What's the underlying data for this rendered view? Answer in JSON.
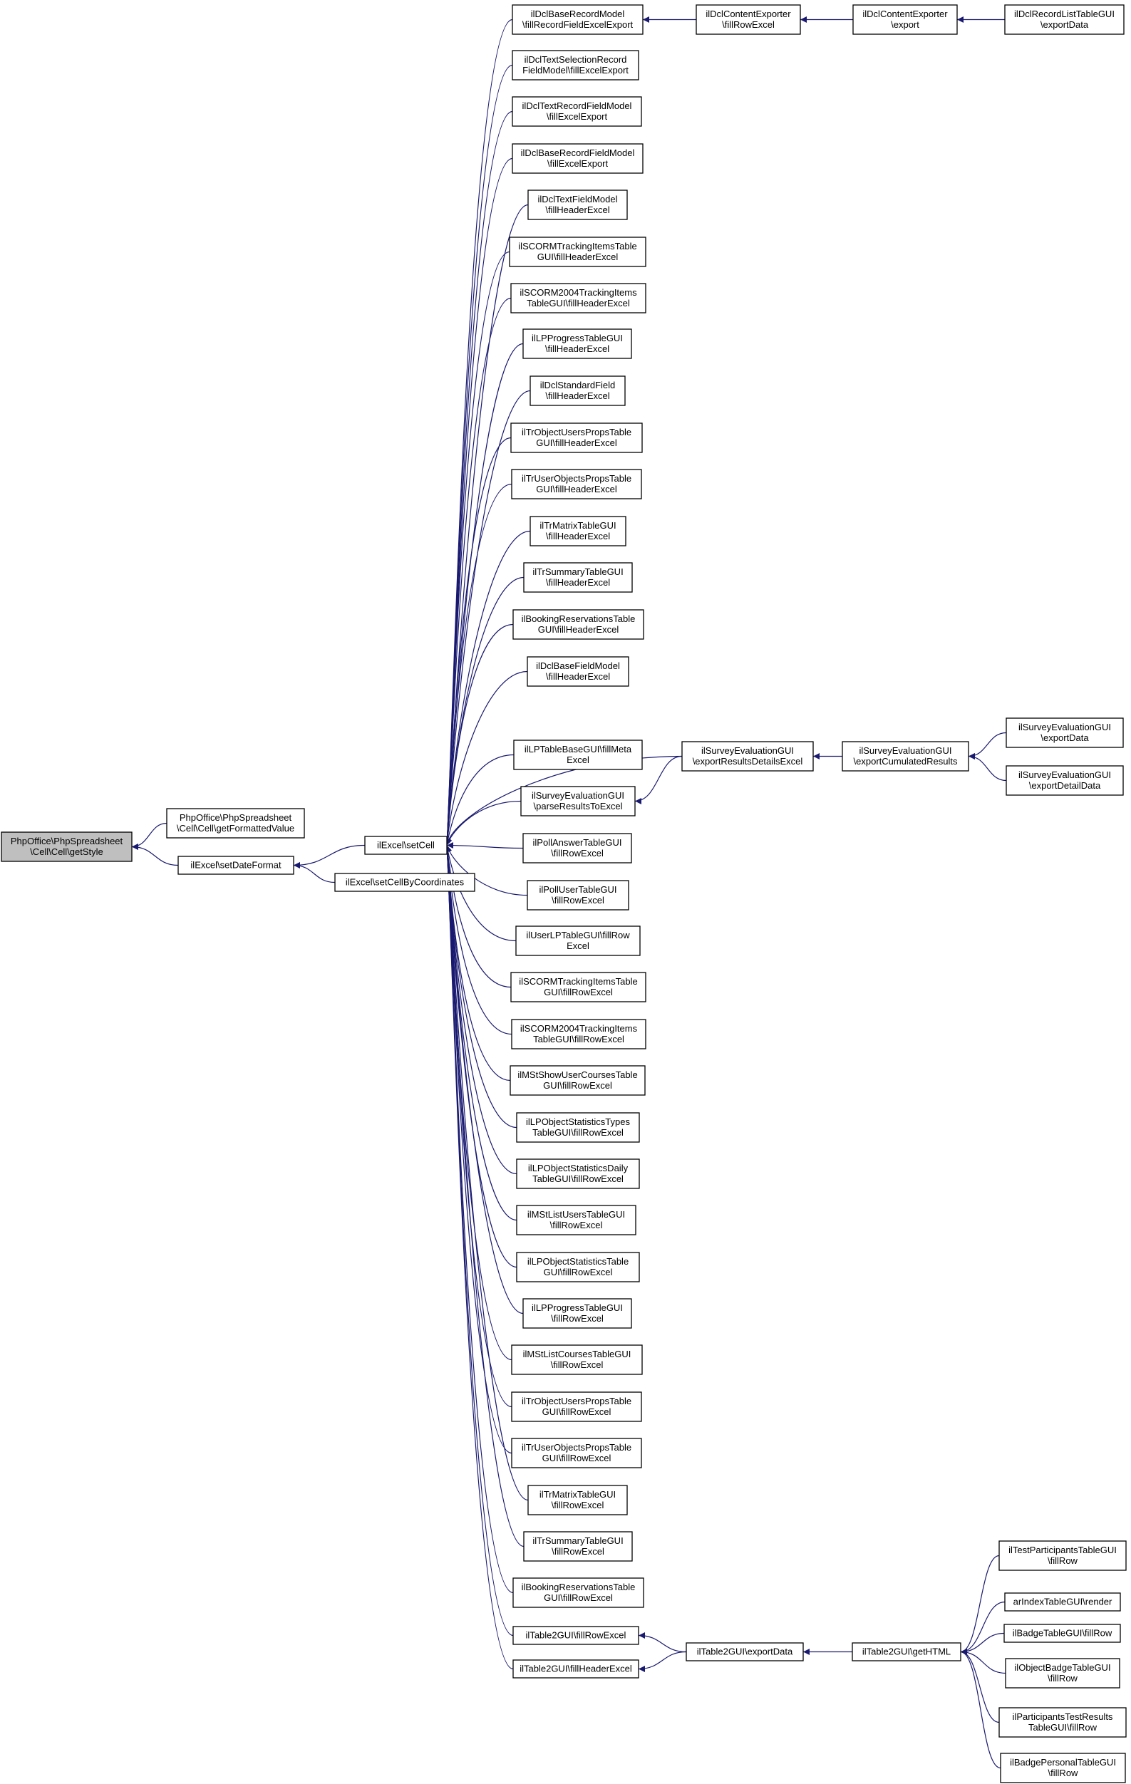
{
  "graph": {
    "title": "",
    "colors": {
      "edge": "#191970",
      "node_fill": "#ffffff",
      "root_fill": "#bfbfbf",
      "border": "#000000"
    },
    "root": "getStyle",
    "nodes": [
      {
        "id": "getStyle",
        "lines": [
          "PhpOffice\\PhpSpreadsheet",
          "\\Cell\\Cell\\getStyle"
        ],
        "root": true
      },
      {
        "id": "getFormattedValue",
        "lines": [
          "PhpOffice\\PhpSpreadsheet",
          "\\Cell\\Cell\\getFormattedValue"
        ]
      },
      {
        "id": "setDateFormat",
        "lines": [
          "ilExcel\\setDateFormat"
        ]
      },
      {
        "id": "setCell",
        "lines": [
          "ilExcel\\setCell"
        ]
      },
      {
        "id": "setCellByCoordinates",
        "lines": [
          "ilExcel\\setCellByCoordinates"
        ]
      },
      {
        "id": "dclBaseRecordFillRecordField",
        "lines": [
          "ilDclBaseRecordModel",
          "\\fillRecordFieldExcelExport"
        ]
      },
      {
        "id": "dclTextSelection",
        "lines": [
          "ilDclTextSelectionRecord",
          "FieldModel\\fillExcelExport"
        ]
      },
      {
        "id": "dclTextRecord",
        "lines": [
          "ilDclTextRecordFieldModel",
          "\\fillExcelExport"
        ]
      },
      {
        "id": "dclBaseRecordField",
        "lines": [
          "ilDclBaseRecordFieldModel",
          "\\fillExcelExport"
        ]
      },
      {
        "id": "dclTextField",
        "lines": [
          "ilDclTextFieldModel",
          "\\fillHeaderExcel"
        ]
      },
      {
        "id": "scormHeader",
        "lines": [
          "ilSCORMTrackingItemsTable",
          "GUI\\fillHeaderExcel"
        ]
      },
      {
        "id": "scorm2004Header",
        "lines": [
          "ilSCORM2004TrackingItems",
          "TableGUI\\fillHeaderExcel"
        ]
      },
      {
        "id": "lpProgressHeader",
        "lines": [
          "ilLPProgressTableGUI",
          "\\fillHeaderExcel"
        ]
      },
      {
        "id": "dclStandardField",
        "lines": [
          "ilDclStandardField",
          "\\fillHeaderExcel"
        ]
      },
      {
        "id": "trObjectUsersHeader",
        "lines": [
          "ilTrObjectUsersPropsTable",
          "GUI\\fillHeaderExcel"
        ]
      },
      {
        "id": "trUserObjectsHeader",
        "lines": [
          "ilTrUserObjectsPropsTable",
          "GUI\\fillHeaderExcel"
        ]
      },
      {
        "id": "trMatrixHeader",
        "lines": [
          "ilTrMatrixTableGUI",
          "\\fillHeaderExcel"
        ]
      },
      {
        "id": "trSummaryHeader",
        "lines": [
          "ilTrSummaryTableGUI",
          "\\fillHeaderExcel"
        ]
      },
      {
        "id": "bookingHeader",
        "lines": [
          "ilBookingReservationsTable",
          "GUI\\fillHeaderExcel"
        ]
      },
      {
        "id": "dclBaseField",
        "lines": [
          "ilDclBaseFieldModel",
          "\\fillHeaderExcel"
        ]
      },
      {
        "id": "lpTableBaseMeta",
        "lines": [
          "ilLPTableBaseGUI\\fillMeta",
          "Excel"
        ]
      },
      {
        "id": "surveyParse",
        "lines": [
          "ilSurveyEvaluationGUI",
          "\\parseResultsToExcel"
        ]
      },
      {
        "id": "pollAnswer",
        "lines": [
          "ilPollAnswerTableGUI",
          "\\fillRowExcel"
        ]
      },
      {
        "id": "pollUser",
        "lines": [
          "ilPollUserTableGUI",
          "\\fillRowExcel"
        ]
      },
      {
        "id": "userLP",
        "lines": [
          "ilUserLPTableGUI\\fillRow",
          "Excel"
        ]
      },
      {
        "id": "scormRow",
        "lines": [
          "ilSCORMTrackingItemsTable",
          "GUI\\fillRowExcel"
        ]
      },
      {
        "id": "scorm2004Row",
        "lines": [
          "ilSCORM2004TrackingItems",
          "TableGUI\\fillRowExcel"
        ]
      },
      {
        "id": "mstShowUserCourses",
        "lines": [
          "ilMStShowUserCoursesTable",
          "GUI\\fillRowExcel"
        ]
      },
      {
        "id": "lpObjStatTypes",
        "lines": [
          "ilLPObjectStatisticsTypes",
          "TableGUI\\fillRowExcel"
        ]
      },
      {
        "id": "lpObjStatDaily",
        "lines": [
          "ilLPObjectStatisticsDaily",
          "TableGUI\\fillRowExcel"
        ]
      },
      {
        "id": "mstListUsers",
        "lines": [
          "ilMStListUsersTableGUI",
          "\\fillRowExcel"
        ]
      },
      {
        "id": "lpObjStatTable",
        "lines": [
          "ilLPObjectStatisticsTable",
          "GUI\\fillRowExcel"
        ]
      },
      {
        "id": "lpProgressRow",
        "lines": [
          "ilLPProgressTableGUI",
          "\\fillRowExcel"
        ]
      },
      {
        "id": "mstListCourses",
        "lines": [
          "ilMStListCoursesTableGUI",
          "\\fillRowExcel"
        ]
      },
      {
        "id": "trObjectUsersRow",
        "lines": [
          "ilTrObjectUsersPropsTable",
          "GUI\\fillRowExcel"
        ]
      },
      {
        "id": "trUserObjectsRow",
        "lines": [
          "ilTrUserObjectsPropsTable",
          "GUI\\fillRowExcel"
        ]
      },
      {
        "id": "trMatrixRow",
        "lines": [
          "ilTrMatrixTableGUI",
          "\\fillRowExcel"
        ]
      },
      {
        "id": "trSummaryRow",
        "lines": [
          "ilTrSummaryTableGUI",
          "\\fillRowExcel"
        ]
      },
      {
        "id": "bookingRow",
        "lines": [
          "ilBookingReservationsTable",
          "GUI\\fillRowExcel"
        ]
      },
      {
        "id": "table2FillRow",
        "lines": [
          "ilTable2GUI\\fillRowExcel"
        ]
      },
      {
        "id": "table2FillHeader",
        "lines": [
          "ilTable2GUI\\fillHeaderExcel"
        ]
      },
      {
        "id": "dclContentFillRow",
        "lines": [
          "ilDclContentExporter",
          "\\fillRowExcel"
        ]
      },
      {
        "id": "dclContentExport",
        "lines": [
          "ilDclContentExporter",
          "\\export"
        ]
      },
      {
        "id": "dclRecordListExport",
        "lines": [
          "ilDclRecordListTableGUI",
          "\\exportData"
        ]
      },
      {
        "id": "surveyExportDetails",
        "lines": [
          "ilSurveyEvaluationGUI",
          "\\exportResultsDetailsExcel"
        ]
      },
      {
        "id": "surveyExportCumulated",
        "lines": [
          "ilSurveyEvaluationGUI",
          "\\exportCumulatedResults"
        ]
      },
      {
        "id": "surveyExportData",
        "lines": [
          "ilSurveyEvaluationGUI",
          "\\exportData"
        ]
      },
      {
        "id": "surveyExportDetailData",
        "lines": [
          "ilSurveyEvaluationGUI",
          "\\exportDetailData"
        ]
      },
      {
        "id": "table2ExportData",
        "lines": [
          "ilTable2GUI\\exportData"
        ]
      },
      {
        "id": "table2GetHTML",
        "lines": [
          "ilTable2GUI\\getHTML"
        ]
      },
      {
        "id": "testParticipants",
        "lines": [
          "ilTestParticipantsTableGUI",
          "\\fillRow"
        ]
      },
      {
        "id": "arIndexRender",
        "lines": [
          "arIndexTableGUI\\render"
        ]
      },
      {
        "id": "badgeFillRow",
        "lines": [
          "ilBadgeTableGUI\\fillRow"
        ]
      },
      {
        "id": "objectBadge",
        "lines": [
          "ilObjectBadgeTableGUI",
          "\\fillRow"
        ]
      },
      {
        "id": "participantsTestResults",
        "lines": [
          "ilParticipantsTestResults",
          "TableGUI\\fillRow"
        ]
      },
      {
        "id": "badgePersonal",
        "lines": [
          "ilBadgePersonalTableGUI",
          "\\fillRow"
        ]
      }
    ],
    "edges": [
      [
        "getFormattedValue",
        "getStyle"
      ],
      [
        "setDateFormat",
        "getStyle"
      ],
      [
        "setCell",
        "setDateFormat"
      ],
      [
        "setCellByCoordinates",
        "setDateFormat"
      ],
      [
        "dclBaseRecordFillRecordField",
        "setCell"
      ],
      [
        "dclTextSelection",
        "setCell"
      ],
      [
        "dclTextRecord",
        "setCell"
      ],
      [
        "dclBaseRecordField",
        "setCell"
      ],
      [
        "dclTextField",
        "setCell"
      ],
      [
        "scormHeader",
        "setCell"
      ],
      [
        "scorm2004Header",
        "setCell"
      ],
      [
        "lpProgressHeader",
        "setCell"
      ],
      [
        "dclStandardField",
        "setCell"
      ],
      [
        "trObjectUsersHeader",
        "setCell"
      ],
      [
        "trUserObjectsHeader",
        "setCell"
      ],
      [
        "trMatrixHeader",
        "setCell"
      ],
      [
        "trSummaryHeader",
        "setCell"
      ],
      [
        "bookingHeader",
        "setCell"
      ],
      [
        "dclBaseField",
        "setCell"
      ],
      [
        "lpTableBaseMeta",
        "setCell"
      ],
      [
        "surveyExportDetails",
        "setCell"
      ],
      [
        "surveyParse",
        "setCell"
      ],
      [
        "pollAnswer",
        "setCell"
      ],
      [
        "pollUser",
        "setCell"
      ],
      [
        "userLP",
        "setCell"
      ],
      [
        "scormRow",
        "setCell"
      ],
      [
        "scorm2004Row",
        "setCell"
      ],
      [
        "mstShowUserCourses",
        "setCell"
      ],
      [
        "lpObjStatTypes",
        "setCell"
      ],
      [
        "lpObjStatDaily",
        "setCell"
      ],
      [
        "mstListUsers",
        "setCell"
      ],
      [
        "lpObjStatTable",
        "setCell"
      ],
      [
        "lpProgressRow",
        "setCell"
      ],
      [
        "mstListCourses",
        "setCell"
      ],
      [
        "trObjectUsersRow",
        "setCell"
      ],
      [
        "trUserObjectsRow",
        "setCell"
      ],
      [
        "trMatrixRow",
        "setCell"
      ],
      [
        "trSummaryRow",
        "setCell"
      ],
      [
        "bookingRow",
        "setCell"
      ],
      [
        "table2FillRow",
        "setCell"
      ],
      [
        "table2FillHeader",
        "setCell"
      ],
      [
        "dclContentFillRow",
        "dclBaseRecordFillRecordField"
      ],
      [
        "dclContentExport",
        "dclContentFillRow"
      ],
      [
        "dclRecordListExport",
        "dclContentExport"
      ],
      [
        "surveyExportCumulated",
        "surveyExportDetails"
      ],
      [
        "surveyExportData",
        "surveyExportCumulated"
      ],
      [
        "surveyExportDetailData",
        "surveyExportCumulated"
      ],
      [
        "surveyExportDetails",
        "surveyParse"
      ],
      [
        "table2ExportData",
        "table2FillRow"
      ],
      [
        "table2ExportData",
        "table2FillHeader"
      ],
      [
        "table2GetHTML",
        "table2ExportData"
      ],
      [
        "testParticipants",
        "table2GetHTML"
      ],
      [
        "arIndexRender",
        "table2GetHTML"
      ],
      [
        "badgeFillRow",
        "table2GetHTML"
      ],
      [
        "objectBadge",
        "table2GetHTML"
      ],
      [
        "participantsTestResults",
        "table2GetHTML"
      ],
      [
        "badgePersonal",
        "table2GetHTML"
      ]
    ]
  }
}
